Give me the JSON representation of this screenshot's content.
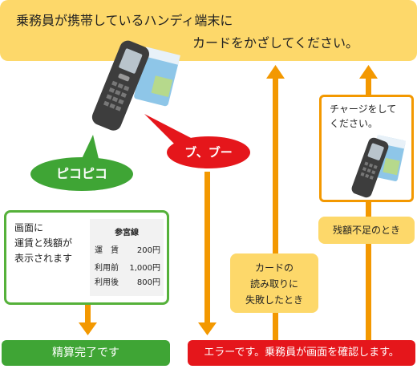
{
  "banner": {
    "line1": "乗務員が携帯しているハンディ端末に",
    "line2": "カードをかざしてください。"
  },
  "success_label": "ピコピコ",
  "error_label": "ブ、ブー",
  "display_panel": {
    "text": "画面に\n運賃と残額が\n表示されます",
    "receipt": {
      "title": "参宮線",
      "fare_label": "運　賃",
      "fare_value": "200円",
      "before_label": "利用前",
      "before_value": "1,000円",
      "after_label": "利用後",
      "after_value": "800円"
    }
  },
  "read_failure": "カードの\n読み取りに\n失敗したとき",
  "low_balance": "残額不足のとき",
  "charge_prompt": "チャージをして\nください。",
  "result_success": "精算完了です",
  "result_error": "エラーです。乗務員が画面を確認します。",
  "colors": {
    "banner": "#fdd86a",
    "success": "#3fa535",
    "error": "#e5161b",
    "arrow": "#f39800"
  }
}
